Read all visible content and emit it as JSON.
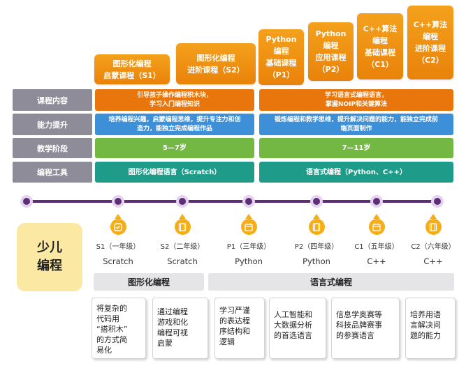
{
  "courses": [
    {
      "line1": "图形化编程",
      "line2": "启蒙课程（S1）"
    },
    {
      "line1": "图形化编程",
      "line2": "进阶课程（S2）"
    },
    {
      "line1": "Python",
      "line2": "编程",
      "line3": "基础课程",
      "line4": "（P1）"
    },
    {
      "line1": "Python",
      "line2": "编程",
      "line3": "应用课程",
      "line4": "（P2）"
    },
    {
      "line1": "C++算法",
      "line2": "编程",
      "line3": "基础课程",
      "line4": "（C1）"
    },
    {
      "line1": "C++算法",
      "line2": "编程",
      "line3": "进阶课程",
      "line4": "（C2）"
    }
  ],
  "rows": [
    {
      "label": "课程内容",
      "left": {
        "line1": "引导孩子操作编程积木块，",
        "line2": "学习入门编程知识"
      },
      "right": {
        "line1": "学习语言式编程语言，",
        "line2": "掌握NOIP和关键算法"
      }
    },
    {
      "label": "能力提升",
      "left": {
        "line1": "培养编程兴趣，启蒙编程思维，提升专注力和创",
        "line2": "造力，能独立完成编程作品"
      },
      "right": {
        "line1": "锻炼编程和教学思维，提升解决问题的能力，能独立完成前",
        "line2": "端页面制作"
      }
    },
    {
      "label": "教学阶段",
      "left": {
        "line1": "5—7岁"
      },
      "right": {
        "line1": "7—11岁"
      }
    },
    {
      "label": "编程工具",
      "left": {
        "line1": "图形化编程语言（Scratch）"
      },
      "right": {
        "line1": "语言式编程（Python、C++）"
      }
    }
  ],
  "main_label": {
    "line1": "少儿",
    "line2": "编程"
  },
  "stages": [
    {
      "grade": "S1（一年级）",
      "lang": "Scratch",
      "icon": "check-icon"
    },
    {
      "grade": "S2（二年级）",
      "lang": "Scratch",
      "icon": "film-icon"
    },
    {
      "grade": "P1（三年级）",
      "lang": "Python",
      "icon": "calendar-icon"
    },
    {
      "grade": "P2（四年级）",
      "lang": "Python",
      "icon": "film-icon"
    },
    {
      "grade": "C1（五年级）",
      "lang": "C++",
      "icon": "calendar-icon"
    },
    {
      "grade": "C2（六年级）",
      "lang": "C++",
      "icon": "film-icon"
    }
  ],
  "categories": {
    "graphic": "图形化编程",
    "language": "语言式编程"
  },
  "descriptions": [
    {
      "line1": "将复杂的",
      "line2": "代码用",
      "line3": "“搭积木”",
      "line4": "的方式简",
      "line5": "易化"
    },
    {
      "line1": "通过编程",
      "line2": "游戏和化",
      "line3": "编程可视",
      "line4": "启蒙"
    },
    {
      "line1": "学习严谨",
      "line2": "的表达程",
      "line3": "序结构和",
      "line4": "逻辑"
    },
    {
      "line1": "人工智能和",
      "line2": "大数据分析",
      "line3": "的首选语言"
    },
    {
      "line1": "信息学奥赛等",
      "line2": "科技品牌赛事",
      "line3": "的参赛语言"
    },
    {
      "line1": "培养用语",
      "line2": "言解决问",
      "line3": "题的能力"
    }
  ],
  "colors": {
    "course": "#e9820a",
    "row_label": "#8d8c98",
    "content": "#e8760c",
    "ability": "#3d8fd8",
    "stage": "#72b843",
    "tool": "#1f9b8a",
    "timeline": "#5e2d76",
    "icon": "#f6ad16"
  }
}
